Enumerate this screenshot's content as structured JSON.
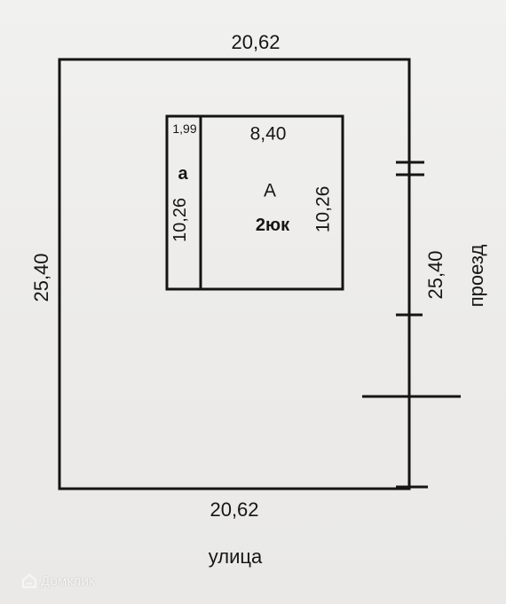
{
  "plot": {
    "top_width": "20,62",
    "bottom_width": "20,62",
    "left_length": "25,40",
    "right_length": "25,40",
    "street_label": "улица",
    "driveway_label": "проезд"
  },
  "building": {
    "main": {
      "letter": "А",
      "floors_material": "2юк",
      "width": "8,40",
      "depth": "10,26"
    },
    "annex": {
      "letter": "а",
      "width": "1,99",
      "depth": "10,26"
    }
  },
  "watermark": {
    "text": "Домклик"
  }
}
